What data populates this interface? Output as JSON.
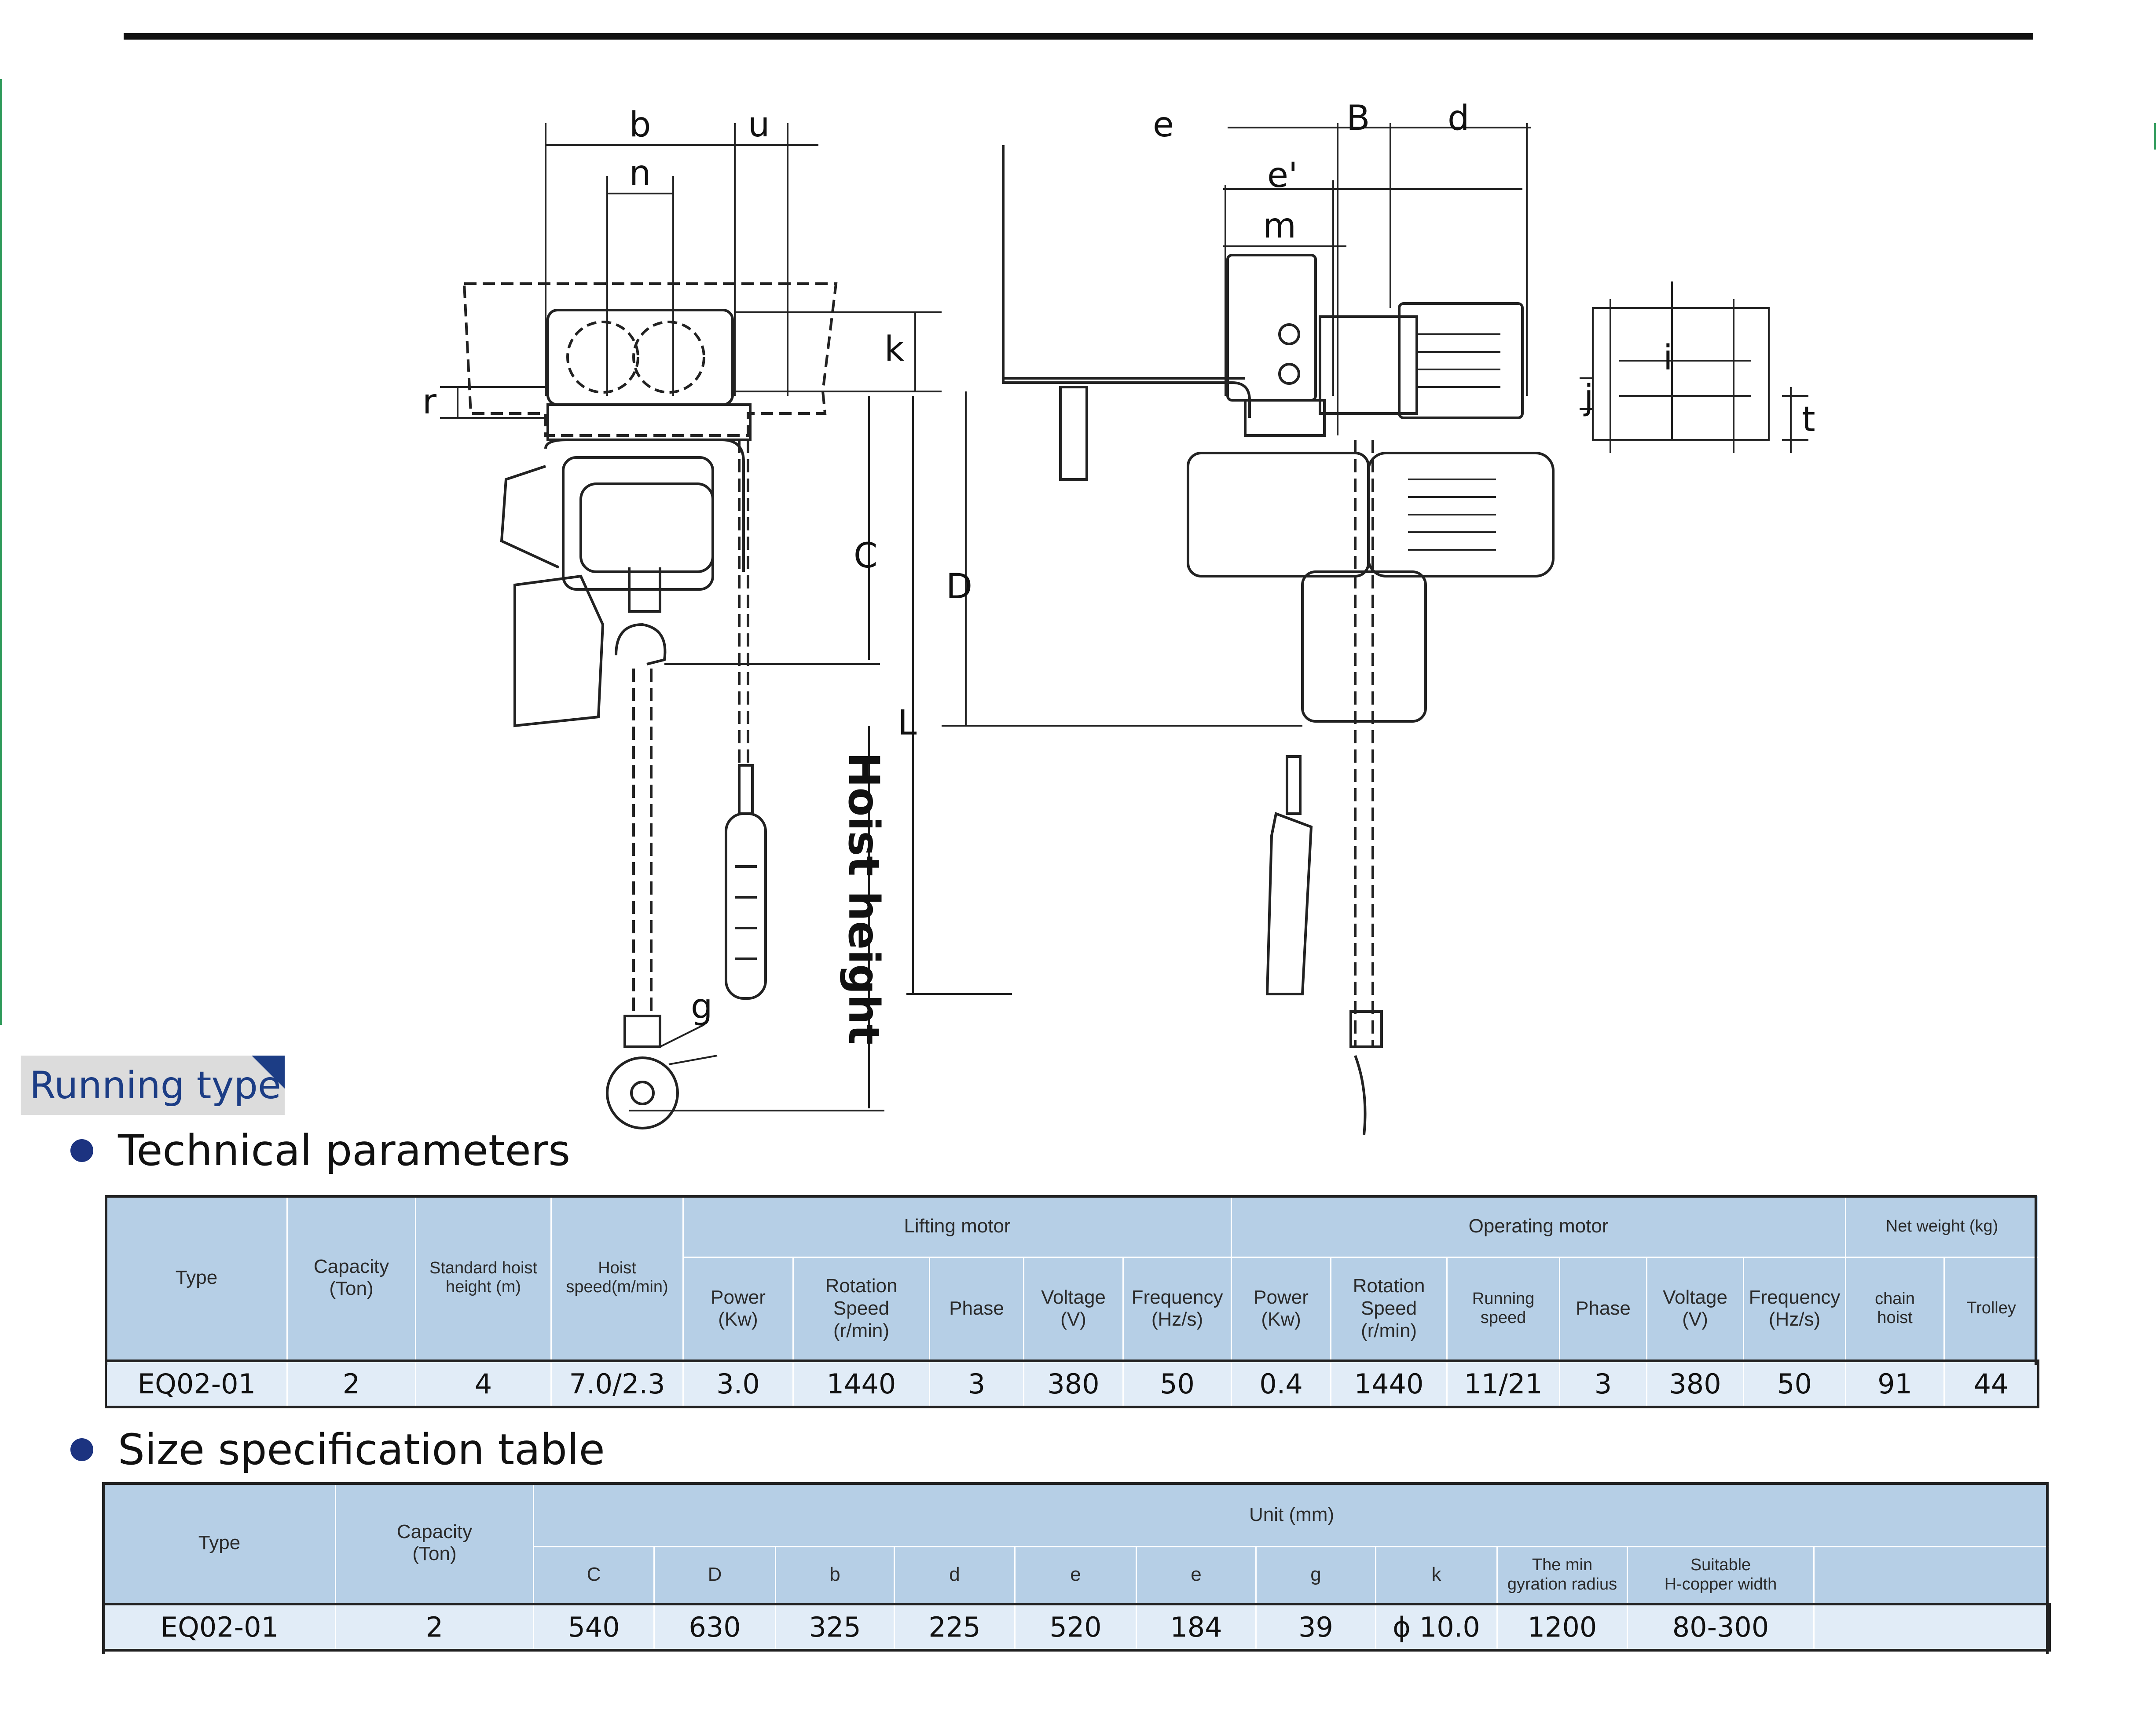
{
  "drawing": {
    "labels": {
      "b": "b",
      "u": "u",
      "n": "n",
      "k": "k",
      "r": "r",
      "C": "C",
      "D": "D",
      "L": "L",
      "e": "e",
      "B": "B",
      "d": "d",
      "e_prime": "e'",
      "m": "m",
      "j": "j",
      "i": "i",
      "t": "t",
      "g": "g",
      "hoist_height": "Hoist height"
    }
  },
  "running_type": "Running type",
  "tech": {
    "title": "Technical parameters",
    "headers": {
      "type": "Type",
      "capacity": "Capacity\n(Ton)",
      "std_height": "Standard hoist\nheight (m)",
      "hoist_speed": "Hoist\nspeed(m/min)",
      "lifting_motor": "Lifting motor",
      "operating_motor": "Operating motor",
      "net_weight": "Net weight (kg)",
      "power": "Power\n(Kw)",
      "rotation": "Rotation\nSpeed\n(r/min)",
      "phase": "Phase",
      "voltage": "Voltage\n(V)",
      "frequency": "Frequency\n(Hz/s)",
      "running_speed": "Running\nspeed",
      "chain_hoist": "chain\nhoist",
      "trolley": "Trolley"
    },
    "row": {
      "type": "EQ02-01",
      "capacity": "2",
      "std_height": "4",
      "hoist_speed": "7.0/2.3",
      "lm_power": "3.0",
      "lm_rotation": "1440",
      "lm_phase": "3",
      "lm_voltage": "380",
      "lm_frequency": "50",
      "om_power": "0.4",
      "om_rotation": "1440",
      "om_running_speed": "11/21",
      "om_phase": "3",
      "om_voltage": "380",
      "om_frequency": "50",
      "nw_chain_hoist": "91",
      "nw_trolley": "44"
    }
  },
  "size": {
    "title": "Size specification table",
    "headers": {
      "type": "Type",
      "capacity": "Capacity\n(Ton)",
      "unit": "Unit (mm)",
      "C": "C",
      "D": "D",
      "b": "b",
      "d": "d",
      "e1": "e",
      "e2": "e",
      "g": "g",
      "k": "k",
      "min_radius": "The min\ngyration radius",
      "h_copper": "Suitable\nH-copper width"
    },
    "row": {
      "type": "EQ02-01",
      "capacity": "2",
      "C": "540",
      "D": "630",
      "b": "325",
      "d": "225",
      "e1": "520",
      "e2": "184",
      "g": "39",
      "k": "ϕ 10.0",
      "min_radius": "1200",
      "h_copper": "80-300"
    }
  }
}
